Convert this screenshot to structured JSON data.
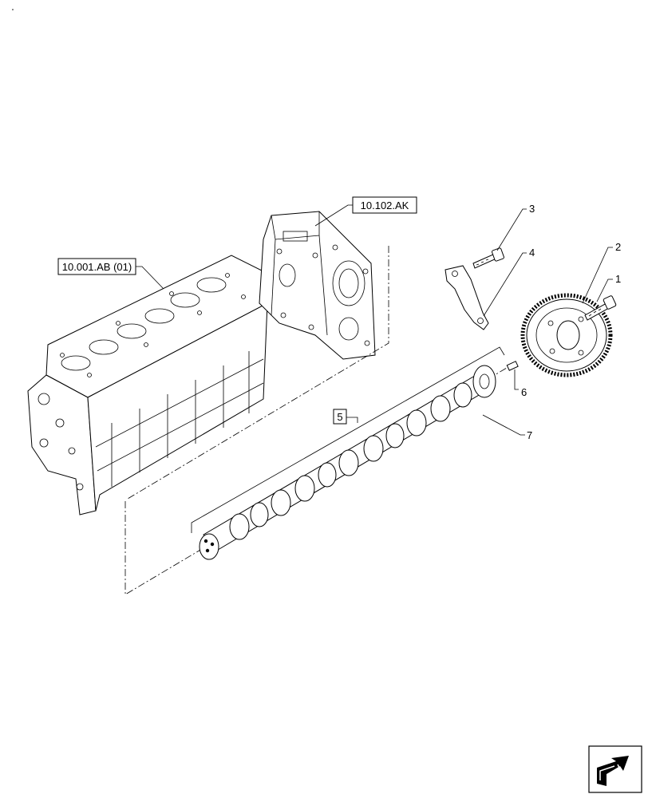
{
  "references": {
    "engine_block": "10.001.AB (01)",
    "gear_housing": "10.102.AK"
  },
  "callouts": {
    "c1": "1",
    "c2": "2",
    "c3": "3",
    "c4": "4",
    "c5": "5",
    "c6": "6",
    "c7": "7"
  },
  "nav_icon": "next-page-arrow-icon"
}
